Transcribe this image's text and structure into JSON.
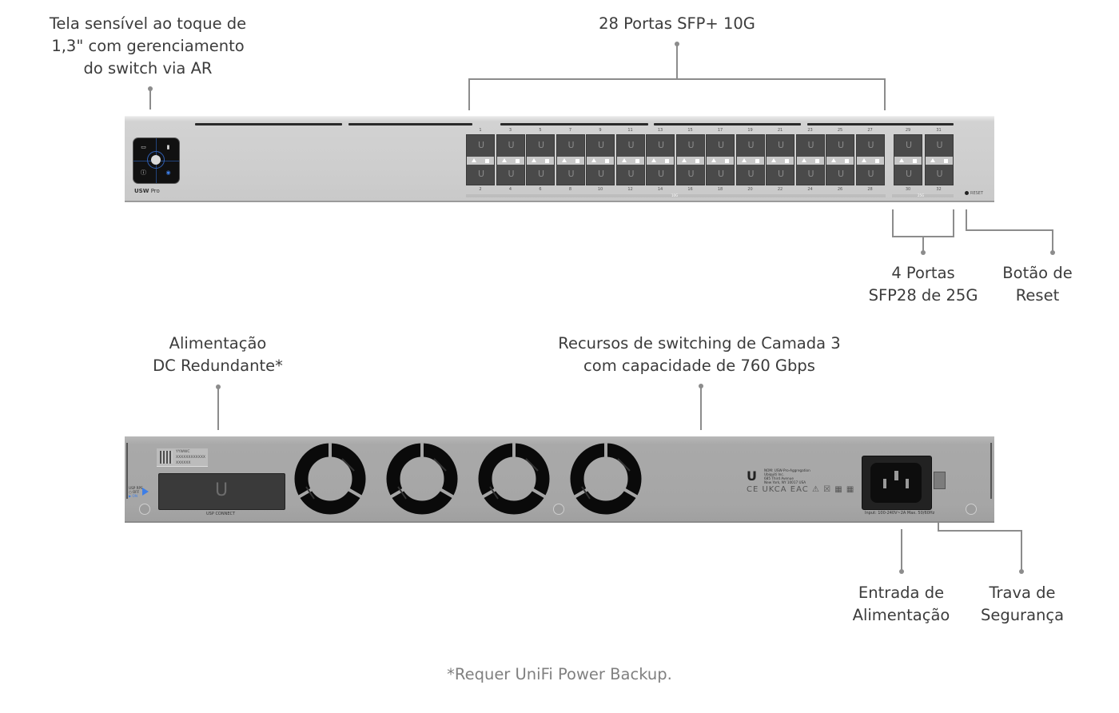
{
  "callouts": {
    "touchscreen": [
      "Tela sensível ao toque de",
      "1,3\" com gerenciamento",
      "do switch via AR"
    ],
    "sfp_plus": [
      "28 Portas SFP+ 10G"
    ],
    "sfp28": [
      "4 Portas",
      "SFP28 de 25G"
    ],
    "reset": [
      "Botão de",
      "Reset"
    ],
    "dc_power": [
      "Alimentação",
      "DC Redundante*"
    ],
    "layer3": [
      "Recursos de switching de Camada 3",
      "com capacidade de 760 Gbps"
    ],
    "power_input": [
      "Entrada de",
      "Alimentação"
    ],
    "security_lock": [
      "Trava de",
      "Segurança"
    ]
  },
  "footnote": "*Requer UniFi Power Backup.",
  "front_panel": {
    "model_bold": "USW",
    "model_rest": "Pro",
    "ports_top": [
      "1",
      "3",
      "5",
      "7",
      "9",
      "11",
      "13",
      "15",
      "17",
      "19",
      "21",
      "23",
      "25",
      "27",
      "29",
      "31"
    ],
    "ports_bottom": [
      "2",
      "4",
      "6",
      "8",
      "10",
      "12",
      "14",
      "16",
      "18",
      "20",
      "22",
      "24",
      "26",
      "28",
      "30",
      "32"
    ],
    "strip_10g": "10G",
    "strip_25g": "25G",
    "reset_label": "RESET",
    "touch_icons": [
      "network-icon",
      "chart-icon",
      "info-icon",
      "settings-icon"
    ]
  },
  "back_panel": {
    "qr_lines": [
      "YYWWC",
      "XXXXXXXXXXXX",
      "XXXXXX"
    ],
    "usp_label": "USP CONNECT",
    "ups_lines": [
      "USP RPS",
      "○ OFF",
      "▶ ON"
    ],
    "cert_lines": [
      "NOM: USW-Pro-Aggregation",
      "Ubiquiti Inc.",
      "685 Third Avenue",
      "New York, NY 10017 USA"
    ],
    "ubiquiti_mark": "U",
    "cert_marks": "CE UKCA EAC ⚠ ☒ ▦ ▦",
    "power_label": "Input: 100-240V~2A Max. 50/60Hz",
    "fan_count": 4
  },
  "colors": {
    "line": "#8c8c8c",
    "text": "#3c3c3c",
    "footnote": "#808080",
    "accent_blue": "#3d7ee6"
  }
}
